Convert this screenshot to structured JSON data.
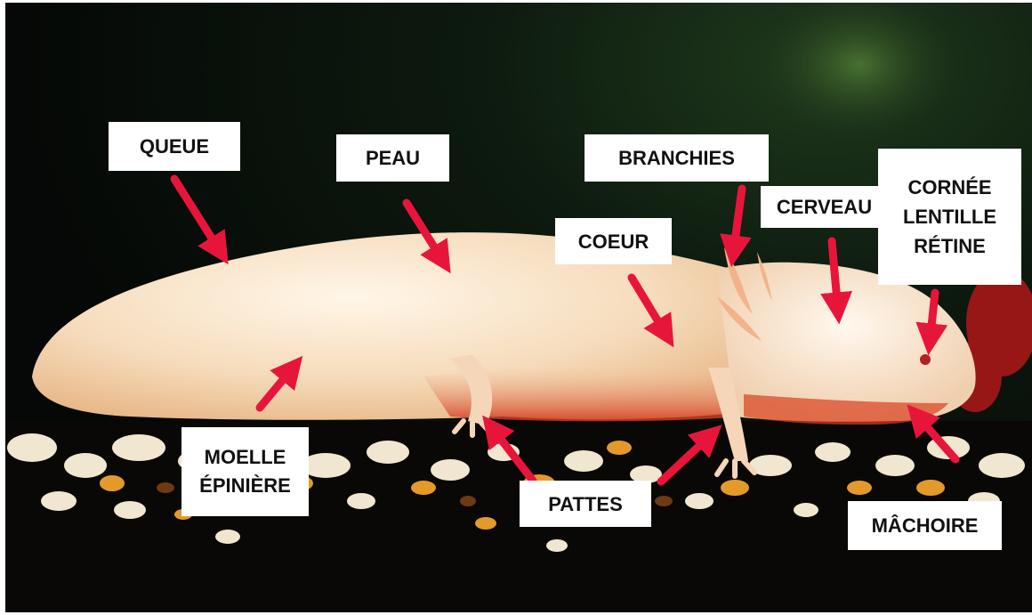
{
  "photo": {
    "subject": "axolotl-photo",
    "colors": {
      "background": "#070b08",
      "body": "#f7e2c6",
      "body_highlight": "#fff4e4",
      "flush": "#d9381e",
      "gravel_light": "#f3e9d2",
      "gravel_orange": "#e09a2a",
      "arrow": "#e8153b",
      "label_bg": "#ffffff",
      "label_text": "#111111"
    }
  },
  "labels": {
    "queue": "QUEUE",
    "peau": "PEAU",
    "branchies": "BRANCHIES",
    "coeur": "COEUR",
    "cerveau": "CERVEAU",
    "cornee": "CORNÉE",
    "lentille": "LENTILLE",
    "retine": "RÉTINE",
    "moelle_line1": "MOELLE",
    "moelle_line2": "ÉPINIÈRE",
    "pattes": "PATTES",
    "machoire": "MÂCHOIRE"
  }
}
